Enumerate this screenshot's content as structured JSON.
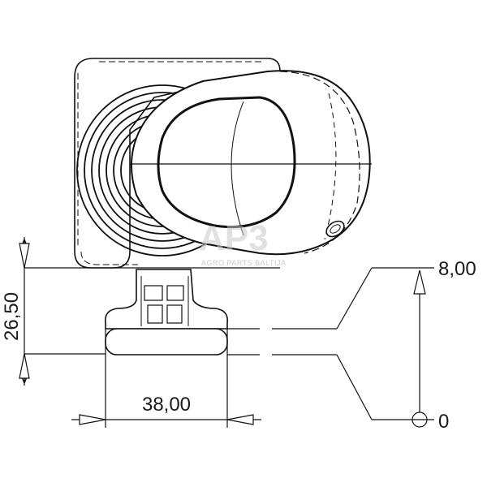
{
  "drawing": {
    "dimensions": {
      "height": "26,50",
      "width": "38,00",
      "level_top": "8,00",
      "level_bottom": "0"
    },
    "watermark": {
      "logo": "AP3",
      "tagline": "AGRO PARTS BALTIJA"
    },
    "colors": {
      "line": "#111111",
      "watermark": "#c9c9c9"
    }
  }
}
